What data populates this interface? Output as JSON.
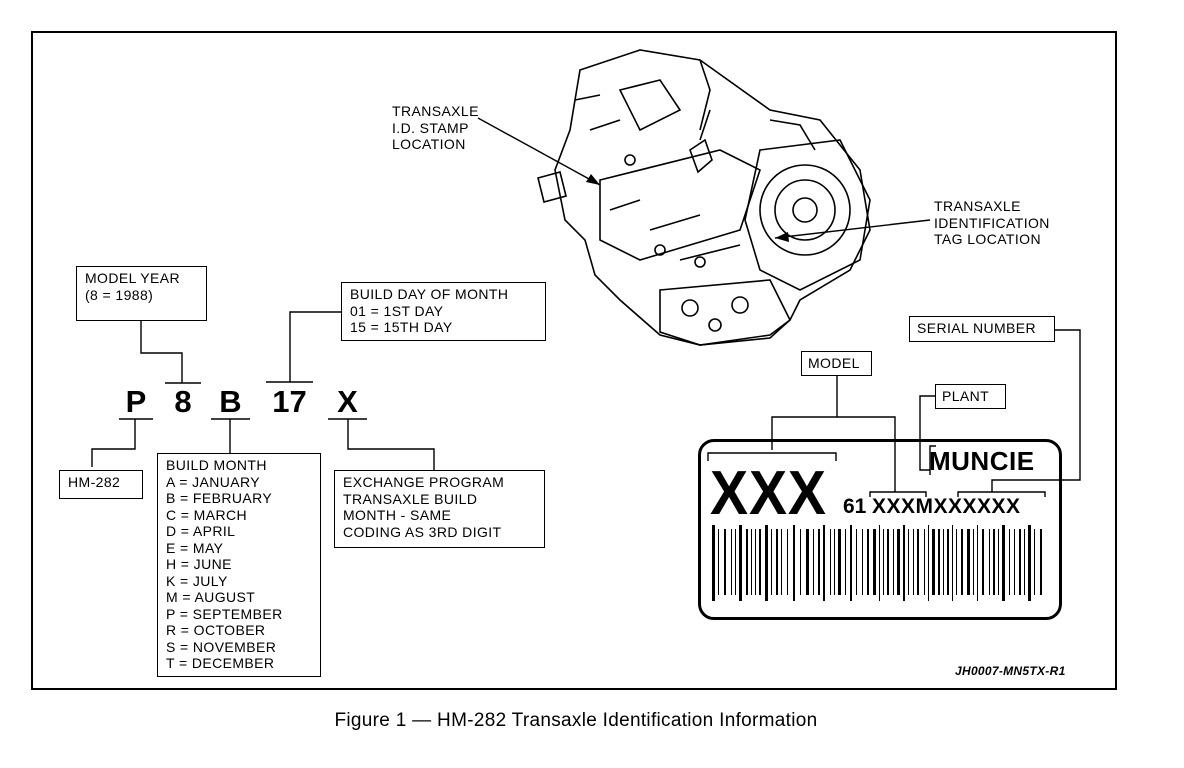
{
  "diagram": {
    "caption": "Figure 1 — HM-282 Transaxle Identification Information",
    "figure_id": "JH0007-MN5TX-R1",
    "callouts": {
      "id_stamp": "TRANSAXLE\nI.D. STAMP\nLOCATION",
      "id_tag": "TRANSAXLE\nIDENTIFICATION\nTAG LOCATION"
    },
    "code": {
      "chars": [
        "P",
        "8",
        "B",
        "17",
        "X"
      ]
    },
    "boxes": {
      "model_year": "MODEL YEAR\n(8 = 1988)",
      "build_day": "BUILD DAY OF MONTH\n01 = 1ST DAY\n15 = 15TH DAY",
      "hm282": "HM-282",
      "build_month": "BUILD MONTH\nA = JANUARY\nB = FEBRUARY\nC = MARCH\nD = APRIL\nE = MAY\nH = JUNE\nK = JULY\nM = AUGUST\nP = SEPTEMBER\nR = OCTOBER\nS = NOVEMBER\nT = DECEMBER",
      "exchange": "EXCHANGE PROGRAM\nTRANSAXLE BUILD\nMONTH - SAME\nCODING AS 3RD DIGIT"
    },
    "tag": {
      "model_label": "MODEL",
      "plant_label": "PLANT",
      "serial_label": "SERIAL NUMBER",
      "plant_name": "MUNCIE",
      "model_code": "XXX",
      "serial_prefix": "61",
      "serial_code": "XXXMXXXXXX"
    },
    "icons": [
      "transaxle-illustration",
      "barcode"
    ]
  }
}
